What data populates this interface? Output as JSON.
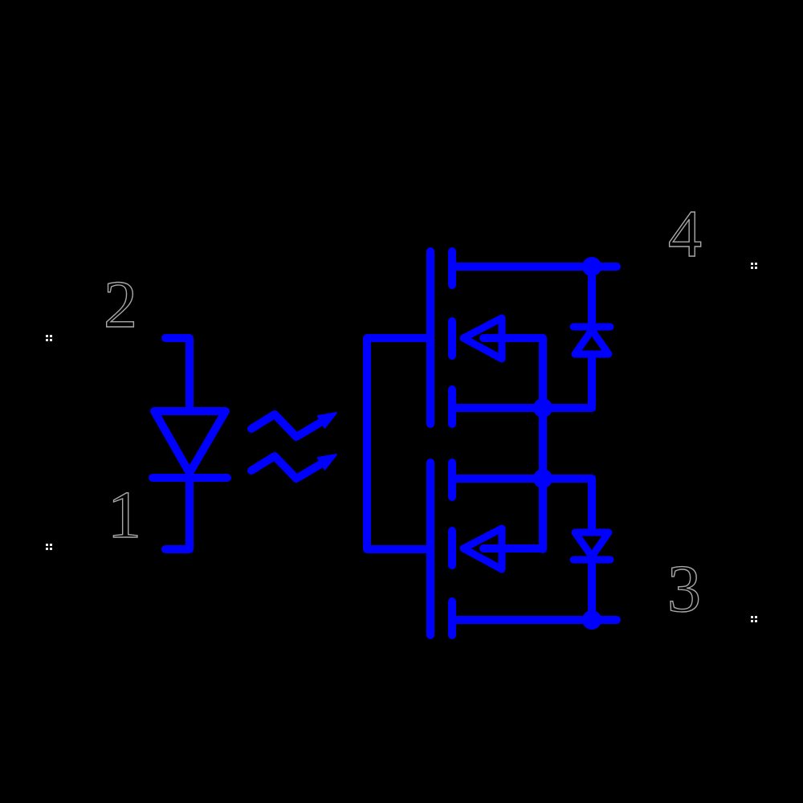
{
  "schematic": {
    "type": "optocoupler-solid-state-relay-symbol",
    "description": "Input LED (pins 2 top, 1 bottom) optically coupled via two light arrows to a gate-drive rail feeding two source-connected N-channel MOSFETs with body diodes; drains go to pin 4 (top right) and pin 3 (bottom right)",
    "colors": {
      "background": "#000000",
      "circuit": "#0000ff",
      "pin_number_fill": "#000000",
      "pin_number_outline": "#a8a8a8",
      "pin_marker": "#e8e8e8"
    },
    "pins": {
      "pin1": {
        "label": "1",
        "role": "led-cathode",
        "position": "left-bottom"
      },
      "pin2": {
        "label": "2",
        "role": "led-anode",
        "position": "left-top"
      },
      "pin3": {
        "label": "3",
        "role": "mosfet-bottom-drain",
        "position": "right-bottom"
      },
      "pin4": {
        "label": "4",
        "role": "mosfet-top-drain",
        "position": "right-top"
      }
    },
    "components": {
      "led": "input-led-symbol",
      "optical_link": "two-zigzag-light-arrows",
      "gate_rail": "gate-drive-rail",
      "mosfet_top": "n-mosfet-with-body-diode",
      "mosfet_bottom": "n-mosfet-with-body-diode"
    }
  }
}
